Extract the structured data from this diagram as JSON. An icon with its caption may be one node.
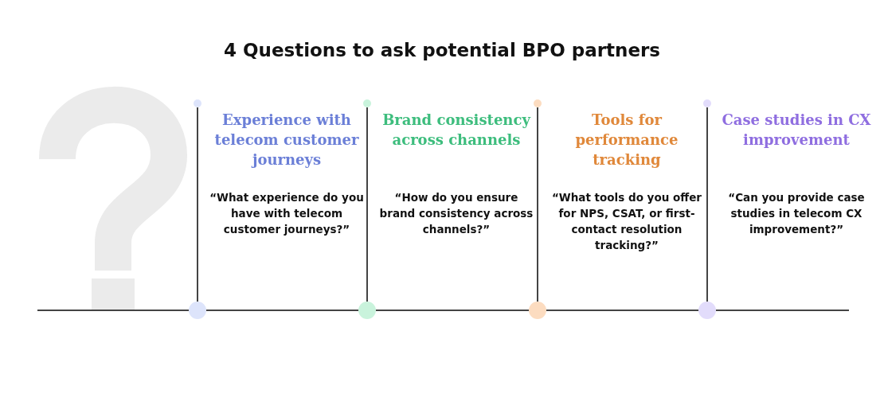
{
  "diagram": {
    "title": "4 Questions to ask potential BPO partners",
    "nodes": [
      {
        "text": [],
        "shape": "circle"
      },
      {
        "text": [],
        "shape": "circle"
      },
      {
        "text": [],
        "shape": "circle"
      },
      {
        "text": [],
        "shape": "circle"
      },
      {
        "text": [],
        "shape": "circle"
      },
      {
        "text": [],
        "shape": "circle"
      },
      {
        "text": [],
        "shape": "circle"
      },
      {
        "text": [],
        "shape": "circle"
      }
    ],
    "edges": [
      {
        "from": null,
        "to": 4,
        "arrow": "none"
      },
      {
        "from": 4,
        "to": 5,
        "arrow": "none"
      },
      {
        "from": 5,
        "to": 6,
        "arrow": "none"
      },
      {
        "from": 6,
        "to": 7,
        "arrow": "none"
      },
      {
        "from": 7,
        "to": null,
        "arrow": "none"
      },
      {
        "from": 4,
        "to": 0,
        "arrow": "none"
      },
      {
        "from": 5,
        "to": 1,
        "arrow": "none"
      },
      {
        "from": 6,
        "to": 2,
        "arrow": "none"
      },
      {
        "from": 7,
        "to": 3,
        "arrow": "none"
      }
    ],
    "labels": [
      "Experience with telecom customer journeys",
      "Brand consistency across channels",
      "Tools for performance tracking",
      "Case studies in CX improvement",
      "“What experience do you have with telecom customer journeys?”",
      "“How do you ensure brand consistency across channels?”",
      "“What tools do you offer for NPS, CSAT, or first-contact resolution tracking?”",
      "“Can you provide case studies in telecom CX improvement?”"
    ]
  }
}
